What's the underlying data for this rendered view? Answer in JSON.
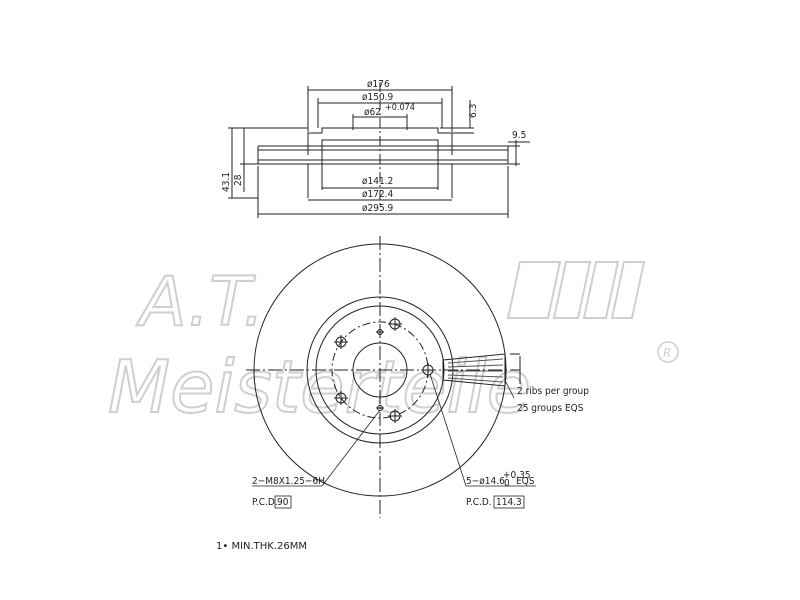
{
  "watermark": {
    "line1": "A.T.",
    "line2": "Meisterteile",
    "registered_mark": "R"
  },
  "section_view": {
    "dim_d176": "ø176",
    "dim_d150_9": "ø150.9",
    "dim_d62": "ø62",
    "dim_d62_tol": "+0.074",
    "dim_6_3": "6.3",
    "dim_9_5": "9.5",
    "dim_28": "28",
    "dim_43_1": "43.1",
    "dim_d141_2": "ø141.2",
    "dim_d172_4": "ø172.4",
    "dim_d295_9": "ø295.9"
  },
  "front_view": {
    "ribs_note_1": "2 ribs per group",
    "ribs_note_2": "25 groups EQS",
    "thread_spec": "2−M8X1.25−6H",
    "thread_pcd_label": "P.C.D.",
    "thread_pcd_value": "90",
    "hole_spec": "5−ø14.6",
    "hole_tol_upper": "+0.35",
    "hole_tol_lower": "0",
    "hole_suffix": "EQS",
    "hole_pcd_label": "P.C.D.",
    "hole_pcd_value": "114.3"
  },
  "footer_note": "1• MIN.THK.26MM"
}
